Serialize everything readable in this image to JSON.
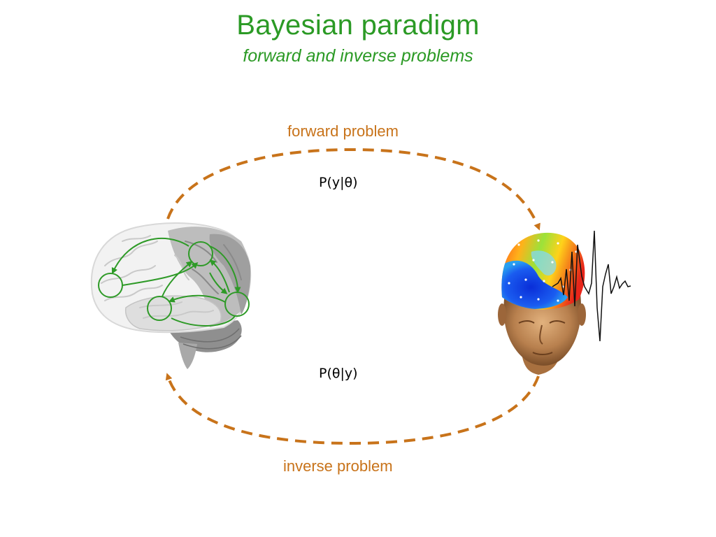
{
  "title": "Bayesian paradigm",
  "subtitle": "forward and inverse problems",
  "forward_label": "forward problem",
  "inverse_label": "inverse problem",
  "forward_prob": "P(y|θ)",
  "inverse_prob": "P(θ|y)",
  "colors": {
    "title": "#2b9a25",
    "arrow": "#c8731a",
    "network": "#2e9a27"
  },
  "icons": {
    "brain": "brain-network-image",
    "head": "eeg-head-map-image",
    "trace": "eeg-waveform"
  }
}
